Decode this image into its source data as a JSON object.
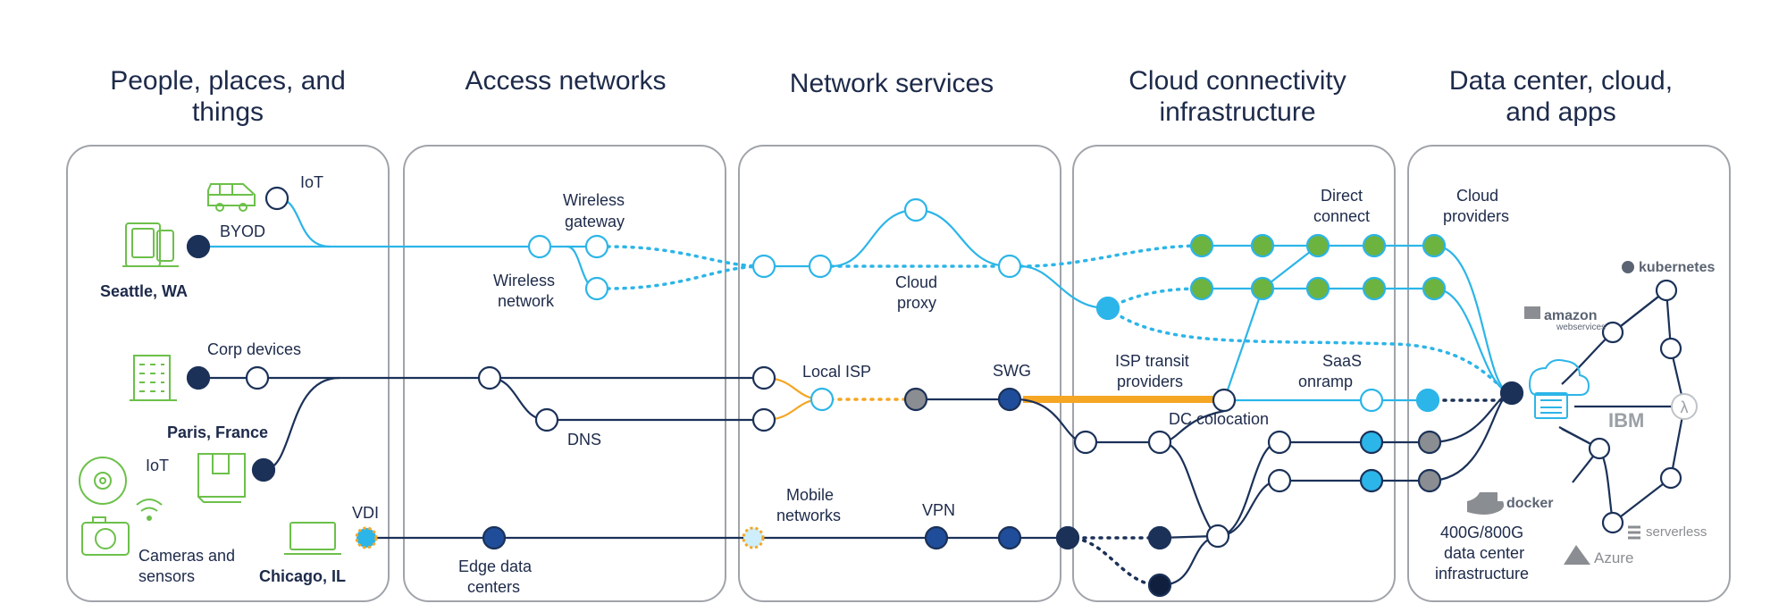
{
  "columns": [
    {
      "title_l1": "People, places, and",
      "title_l2": "things"
    },
    {
      "title_l1": "Access networks",
      "title_l2": ""
    },
    {
      "title_l1": "Network services",
      "title_l2": ""
    },
    {
      "title_l1": "Cloud connectivity",
      "title_l2": "infrastructure"
    },
    {
      "title_l1": "Data center, cloud,",
      "title_l2": "and apps"
    }
  ],
  "labels": {
    "iot_top": "IoT",
    "byod": "BYOD",
    "seattle": "Seattle, WA",
    "corp_devices": "Corp devices",
    "paris": "Paris, France",
    "iot_bottom": "IoT",
    "cameras_l1": "Cameras and",
    "cameras_l2": "sensors",
    "chicago": "Chicago, IL",
    "vdi": "VDI",
    "wireless_gateway_l1": "Wireless",
    "wireless_gateway_l2": "gateway",
    "wireless_network_l1": "Wireless",
    "wireless_network_l2": "network",
    "dns": "DNS",
    "edge_l1": "Edge data",
    "edge_l2": "centers",
    "cloud_proxy_l1": "Cloud",
    "cloud_proxy_l2": "proxy",
    "local_isp": "Local ISP",
    "swg": "SWG",
    "mobile_l1": "Mobile",
    "mobile_l2": "networks",
    "vpn": "VPN",
    "direct_connect_l1": "Direct",
    "direct_connect_l2": "connect",
    "isp_transit_l1": "ISP transit",
    "isp_transit_l2": "providers",
    "saas_l1": "SaaS",
    "saas_l2": "onramp",
    "dc_colocation": "DC colocation",
    "cloud_providers_l1": "Cloud",
    "cloud_providers_l2": "providers",
    "dc_infra_l1": "400G/800G",
    "dc_infra_l2": "data center",
    "dc_infra_l3": "infrastructure"
  },
  "logos": {
    "kubernetes": "kubernetes",
    "amazon": "amazon",
    "amazon_sub": "webservices",
    "ibm": "IBM",
    "docker": "docker",
    "serverless": "serverless",
    "azure": "Azure"
  },
  "icons": [
    "car-icon",
    "tablet-phone-icon",
    "office-building-icon",
    "gear-refresh-icon",
    "wifi-icon",
    "camera-icon",
    "floor-plan-icon",
    "laptop-icon",
    "server-cloud-icon",
    "lambda-icon"
  ],
  "colors": {
    "navy": "#1b3158",
    "light_blue": "#2cb5e8",
    "green_device": "#6cc04a",
    "orange": "#f5a623",
    "green_node": "#6cb33f",
    "gray_node": "#8a8d91",
    "mid_blue_node": "#1f4d9a",
    "panel_border": "#a0a4aa"
  }
}
